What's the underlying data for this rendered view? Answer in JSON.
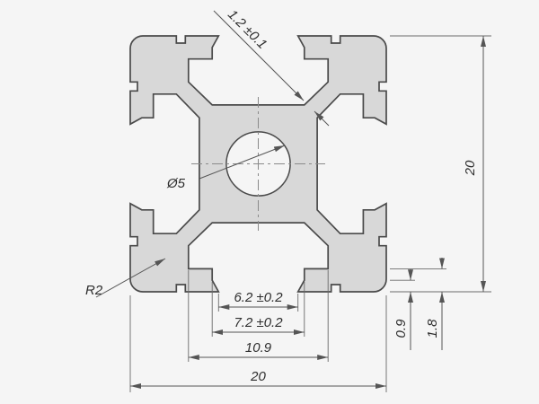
{
  "dimensions": {
    "wall_thickness": "1.2 ±0.1",
    "center_bore": "Ø5",
    "corner_radius": "R2",
    "profile_height": "20",
    "profile_width": "20",
    "slot_opening_width": "6.2 ±0.2",
    "slot_recess_width": "7.2 ±0.2",
    "slot_inner_width": "10.9",
    "lip_step_depth": "0.9",
    "lip_total_depth": "1.8"
  },
  "colors": {
    "background": "#f5f5f5",
    "profile_fill": "#d8d8d8",
    "outline": "#4a4a4a",
    "dimension": "#555555"
  }
}
